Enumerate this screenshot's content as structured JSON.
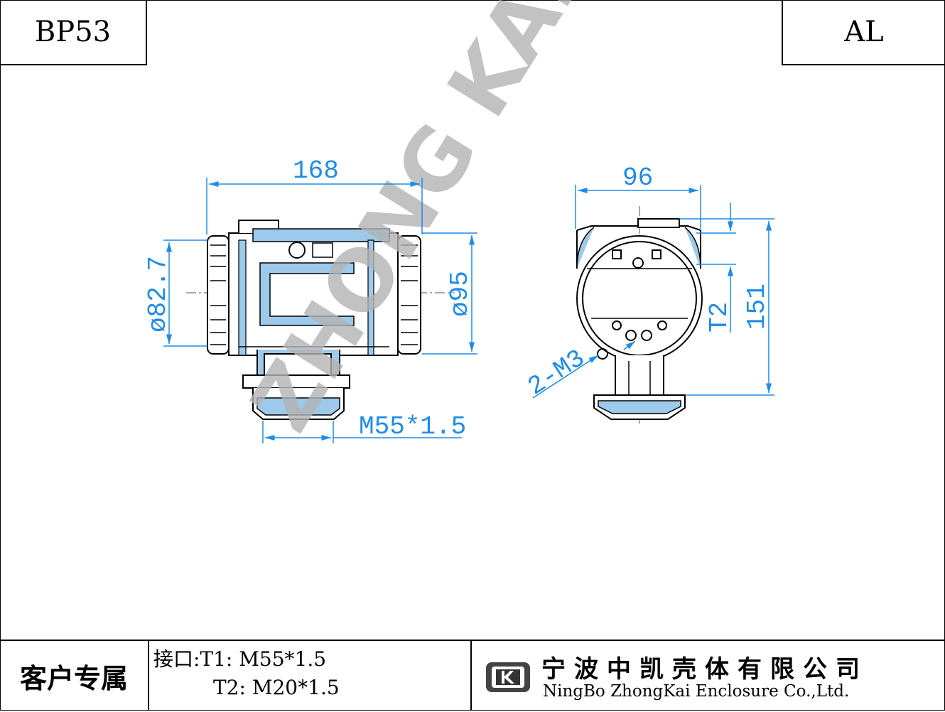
{
  "header": {
    "model": "BP53",
    "material": "AL"
  },
  "dimensions": {
    "width_front": "168",
    "diameter_left": "ø82.7",
    "diameter_right": "ø95",
    "thread_bottom": "M55*1.5",
    "width_side": "96",
    "height_side": "151",
    "port_t2": "T2",
    "screw": "2-M3"
  },
  "watermark": "ZHONG KAI",
  "footer": {
    "customer_label": "客户专属",
    "port_line1": "接口:T1: M55*1.5",
    "port_line2": "T2: M20*1.5",
    "company_cn": "宁波中凯壳体有限公司",
    "company_en": "NingBo ZhongKai Enclosure Co.,Ltd."
  },
  "colors": {
    "dimension": "#1f8be6",
    "section": "#9dc9ea",
    "watermark": "#b3b3b3"
  }
}
